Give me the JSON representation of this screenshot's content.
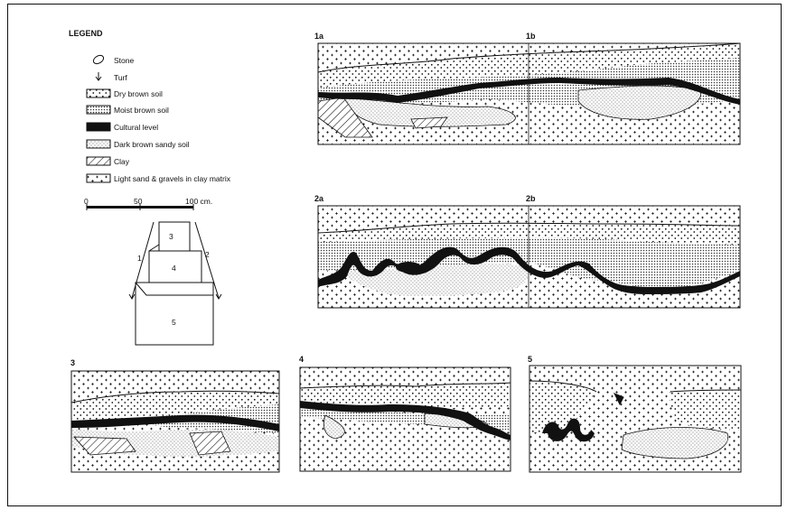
{
  "legend": {
    "title": "LEGEND",
    "items": [
      {
        "key": "stone",
        "label": "Stone"
      },
      {
        "key": "turf",
        "label": "Turf"
      },
      {
        "key": "dry_brown_soil",
        "label": "Dry brown soil"
      },
      {
        "key": "moist_brown_soil",
        "label": "Moist brown soil"
      },
      {
        "key": "cultural_level",
        "label": "Cultural level"
      },
      {
        "key": "dark_brown_sandy_soil",
        "label": "Dark brown sandy soil"
      },
      {
        "key": "clay",
        "label": "Clay"
      },
      {
        "key": "light_sand_gravels",
        "label": "Light sand & gravels in clay matrix"
      }
    ]
  },
  "scale": {
    "ticks": [
      "0",
      "50",
      "100 cm."
    ]
  },
  "plan": {
    "units": [
      "3",
      "4",
      "5"
    ],
    "side_labels": [
      "1",
      "2"
    ]
  },
  "sections": [
    "1a",
    "1b",
    "2a",
    "2b",
    "3",
    "4",
    "5"
  ]
}
